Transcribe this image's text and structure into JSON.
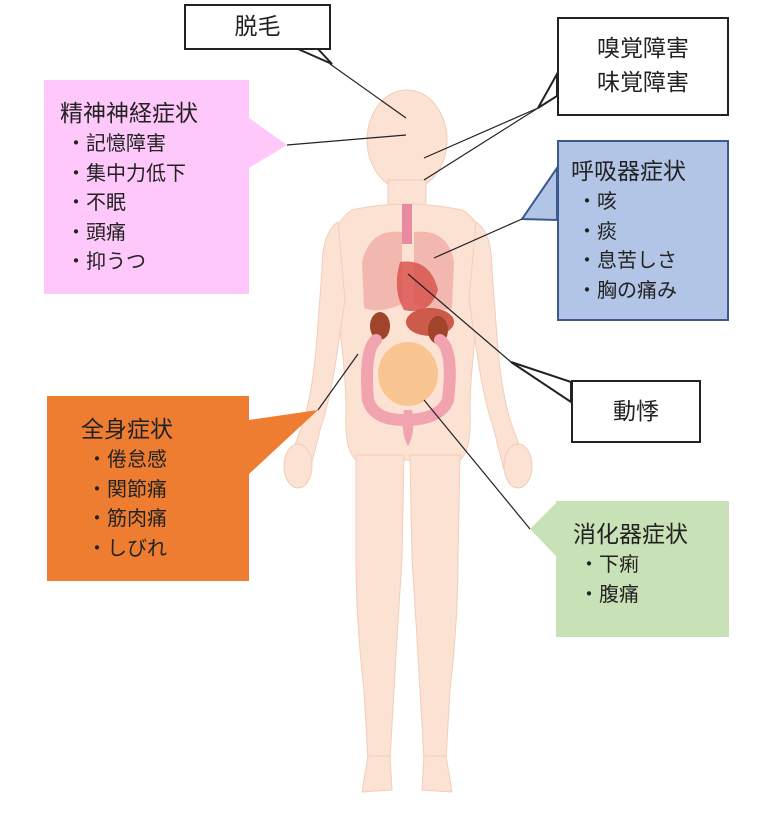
{
  "callouts": {
    "hair": {
      "title": "脱毛"
    },
    "smell_taste": {
      "lines": [
        "嗅覚障害",
        "味覚障害"
      ]
    },
    "neuro": {
      "title": "精神神経症状",
      "items": [
        "記憶障害",
        "集中力低下",
        "不眠",
        "頭痛",
        "抑うつ"
      ],
      "color": "#ffc8fb"
    },
    "respiratory": {
      "title": "呼吸器症状",
      "items": [
        "咳",
        "痰",
        "息苦しさ",
        "胸の痛み"
      ],
      "color": "#b3c5e6",
      "border_color": "#3d5a8f"
    },
    "palpitation": {
      "title": "動悸"
    },
    "whole_body": {
      "title": "全身症状",
      "items": [
        "倦怠感",
        "関節痛",
        "筋肉痛",
        "しびれ"
      ],
      "color": "#ee7d32"
    },
    "digestive": {
      "title": "消化器症状",
      "items": [
        "下痢",
        "腹痛"
      ],
      "color": "#c8e1b6"
    }
  },
  "figure": {
    "skin_color": "#fbe2d3",
    "lung_color": "#f0b0a8",
    "heart_color": "#d9534f",
    "intestine_color": "#f8c28a",
    "colon_color": "#f2a3b0",
    "kidney_color": "#a0452c"
  }
}
